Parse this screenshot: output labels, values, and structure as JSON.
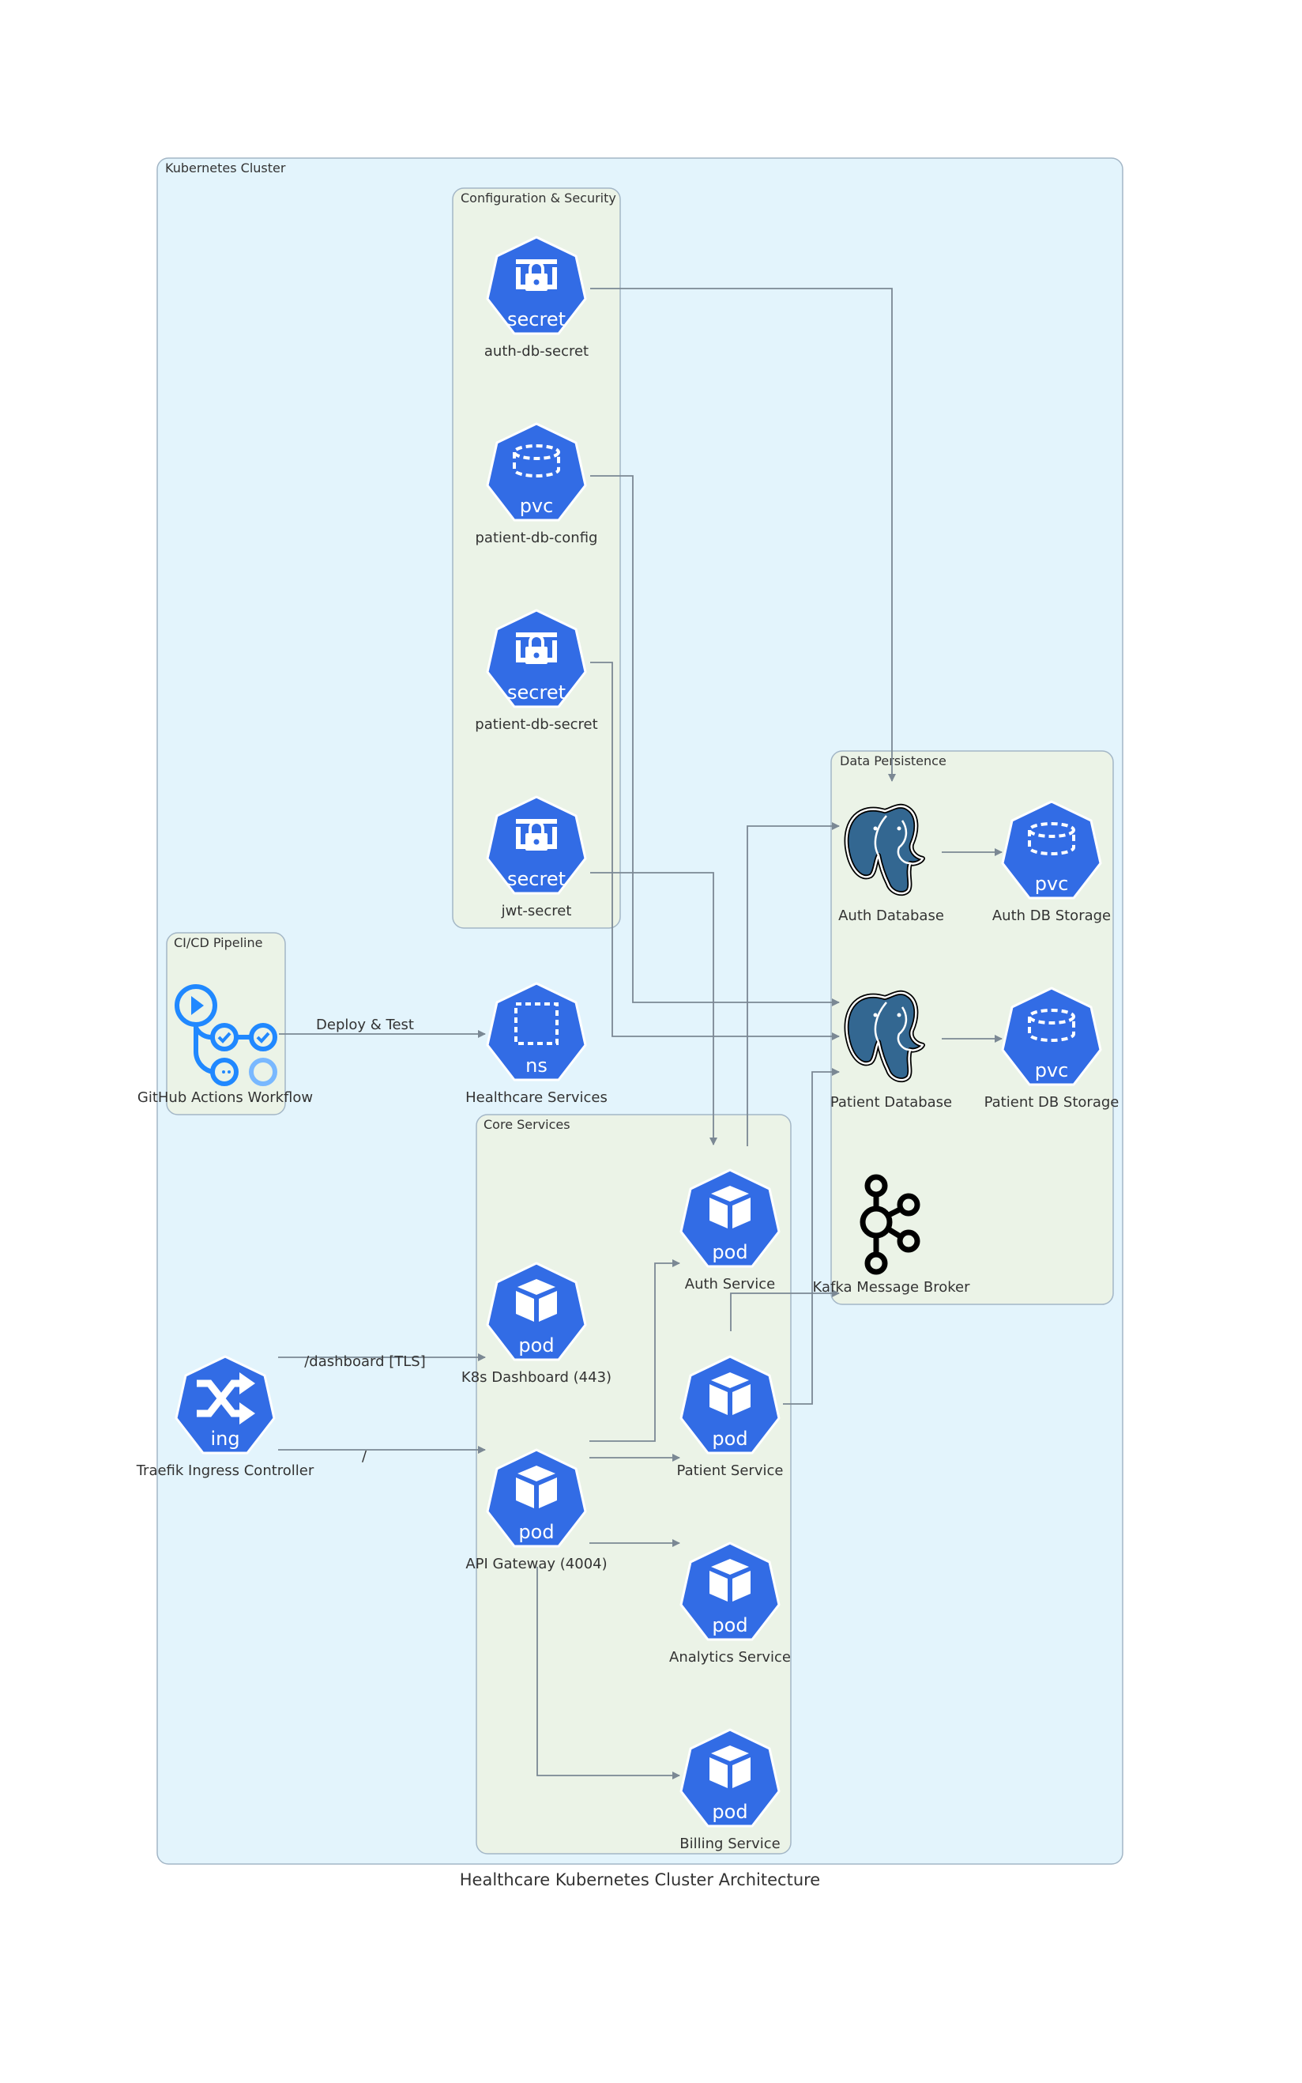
{
  "title": "Healthcare Kubernetes Cluster Architecture",
  "clusters": {
    "kubernetes": "Kubernetes Cluster",
    "config": "Configuration & Security",
    "cicd": "CI/CD Pipeline",
    "core": "Core Services",
    "data": "Data Persistence"
  },
  "nodes": {
    "auth_db_secret": {
      "label": "auth-db-secret",
      "badge": "secret"
    },
    "patient_db_config": {
      "label": "patient-db-config",
      "badge": "pvc"
    },
    "patient_db_secret": {
      "label": "patient-db-secret",
      "badge": "secret"
    },
    "jwt_secret": {
      "label": "jwt-secret",
      "badge": "secret"
    },
    "healthcare_ns": {
      "label": "Healthcare Services",
      "badge": "ns"
    },
    "github_actions": {
      "label": "GitHub Actions Workflow"
    },
    "traefik": {
      "label": "Traefik Ingress Controller",
      "badge": "ing"
    },
    "k8s_dashboard": {
      "label": "K8s Dashboard (443)",
      "badge": "pod"
    },
    "api_gateway": {
      "label": "API Gateway (4004)",
      "badge": "pod"
    },
    "auth_service": {
      "label": "Auth Service",
      "badge": "pod"
    },
    "patient_service": {
      "label": "Patient Service",
      "badge": "pod"
    },
    "analytics_service": {
      "label": "Analytics Service",
      "badge": "pod"
    },
    "billing_service": {
      "label": "Billing Service",
      "badge": "pod"
    },
    "auth_database": {
      "label": "Auth Database"
    },
    "auth_db_storage": {
      "label": "Auth DB Storage",
      "badge": "pvc"
    },
    "patient_database": {
      "label": "Patient Database"
    },
    "patient_db_storage": {
      "label": "Patient DB Storage",
      "badge": "pvc"
    },
    "kafka": {
      "label": "Kafka Message Broker"
    }
  },
  "edges": {
    "deploy": "Deploy & Test",
    "dashboard": "/dashboard [TLS]",
    "root": "/"
  },
  "colors": {
    "cluster_bg": "#e3f4fc",
    "group_bg": "#ebf3e7",
    "k8s_blue": "#326ce5",
    "github_blue": "#2088ff",
    "postgres_blue": "#336791",
    "edge": "#7b8894"
  }
}
